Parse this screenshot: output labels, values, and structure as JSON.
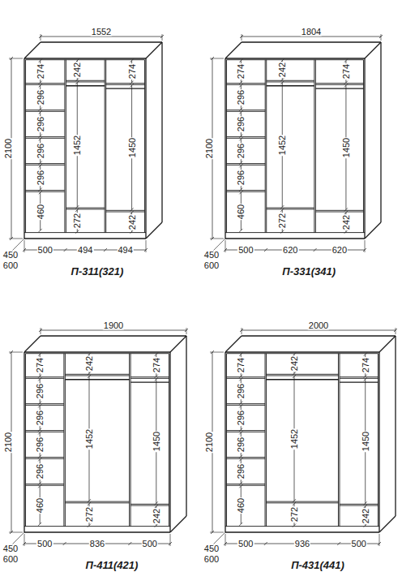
{
  "diagram": {
    "labels": [
      "1552",
      "2100",
      "274",
      "296",
      "296",
      "296",
      "296",
      "460",
      "242",
      "1452",
      "272",
      "274",
      "1450",
      "242",
      "500",
      "494",
      "494",
      "450",
      "600",
      "П-311(321)",
      "1804",
      "2100",
      "274",
      "296",
      "296",
      "296",
      "296",
      "460",
      "242",
      "1452",
      "272",
      "274",
      "1450",
      "242",
      "500",
      "620",
      "620",
      "450",
      "600",
      "П-331(341)",
      "1900",
      "2100",
      "274",
      "296",
      "296",
      "296",
      "296",
      "460",
      "242",
      "1452",
      "272",
      "274",
      "1450",
      "242",
      "500",
      "836",
      "500",
      "450",
      "600",
      "П-411(421)",
      "2000",
      "2100",
      "274",
      "296",
      "296",
      "296",
      "296",
      "460",
      "242",
      "1452",
      "272",
      "274",
      "1450",
      "242",
      "500",
      "936",
      "500",
      "450",
      "600",
      "П-431(441)"
    ]
  }
}
